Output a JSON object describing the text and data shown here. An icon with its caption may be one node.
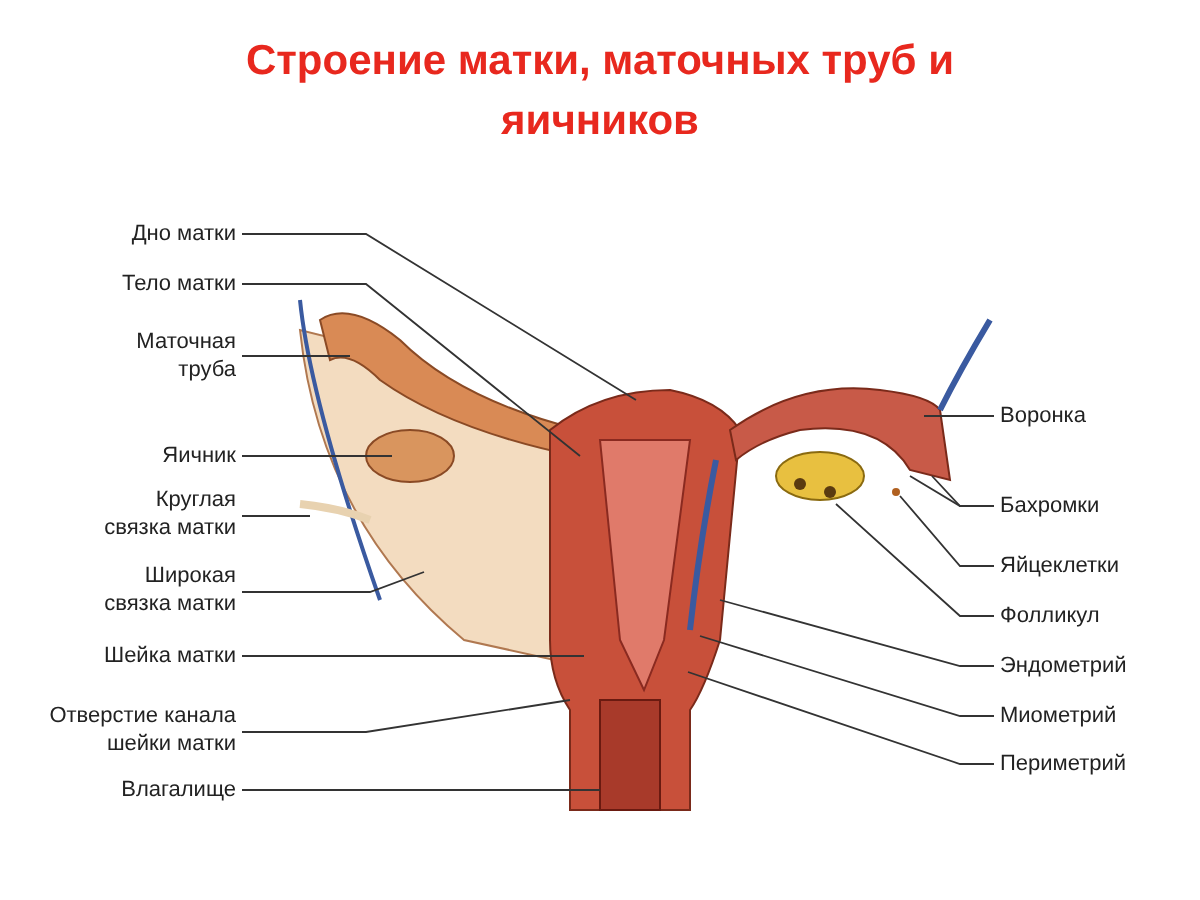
{
  "diagram": {
    "title": "Строение матки, маточных труб и яичников",
    "nodes": [
      {
        "text": [
          "Дно матки"
        ]
      },
      {
        "text": [
          "Тело матки"
        ]
      },
      {
        "text": [
          "Маточная труба"
        ]
      },
      {
        "text": [
          "Яичник"
        ]
      },
      {
        "text": [
          "Круглая связка матки"
        ]
      },
      {
        "text": [
          "Широкая связка матки"
        ]
      },
      {
        "text": [
          "Шейка матки"
        ]
      },
      {
        "text": [
          "Отверстие канала шейки матки"
        ]
      },
      {
        "text": [
          "Влагалище"
        ]
      },
      {
        "text": [
          "Воронка"
        ]
      },
      {
        "text": [
          "Бахромки"
        ]
      },
      {
        "text": [
          "Яйцеклетки"
        ]
      },
      {
        "text": [
          "Фолликул"
        ]
      },
      {
        "text": [
          "Эндометрий"
        ]
      },
      {
        "text": [
          "Миометрий"
        ]
      },
      {
        "text": [
          "Периметрий"
        ]
      }
    ],
    "edges": [
      {
        "from": 0,
        "to": null,
        "arrow": "none"
      },
      {
        "from": 1,
        "to": null,
        "arrow": "none"
      },
      {
        "from": 2,
        "to": null,
        "arrow": "none"
      },
      {
        "from": 3,
        "to": null,
        "arrow": "none"
      },
      {
        "from": 4,
        "to": null,
        "arrow": "none"
      },
      {
        "from": 5,
        "to": null,
        "arrow": "none"
      },
      {
        "from": 6,
        "to": null,
        "arrow": "none"
      },
      {
        "from": 7,
        "to": null,
        "arrow": "none"
      },
      {
        "from": 8,
        "to": null,
        "arrow": "none"
      },
      {
        "from": 9,
        "to": null,
        "arrow": "none"
      },
      {
        "from": 10,
        "to": null,
        "arrow": "none"
      },
      {
        "from": 10,
        "to": null,
        "arrow": "none"
      },
      {
        "from": 11,
        "to": null,
        "arrow": "none"
      },
      {
        "from": 12,
        "to": null,
        "arrow": "none"
      },
      {
        "from": 13,
        "to": null,
        "arrow": "none"
      },
      {
        "from": 14,
        "to": null,
        "arrow": "none"
      },
      {
        "from": 15,
        "to": null,
        "arrow": "none"
      }
    ]
  }
}
